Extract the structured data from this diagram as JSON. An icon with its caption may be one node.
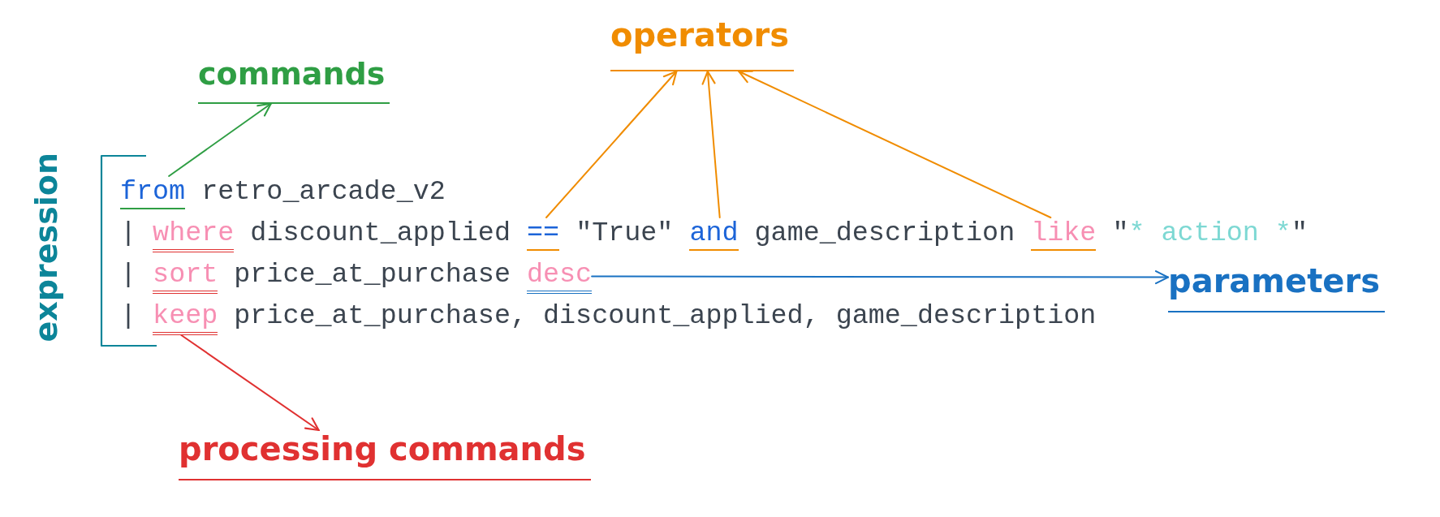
{
  "diagram": {
    "nodes": [
      {
        "text": [
          "operators"
        ]
      },
      {
        "text": [
          "commands"
        ]
      },
      {
        "text": [
          "from"
        ]
      },
      {
        "text": [
          "=="
        ]
      },
      {
        "text": [
          "and"
        ]
      },
      {
        "text": [
          "like"
        ]
      },
      {
        "text": [
          "desc"
        ]
      },
      {
        "text": [
          "parameters"
        ]
      },
      {
        "text": [
          "keep"
        ]
      },
      {
        "text": [
          "processing commands"
        ]
      }
    ],
    "edges": [
      {
        "from": 2,
        "to": 1,
        "arrow": "to",
        "color": "#2f9e44"
      },
      {
        "from": 3,
        "to": 0,
        "arrow": "to",
        "color": "#f08c00"
      },
      {
        "from": 4,
        "to": 0,
        "arrow": "to",
        "color": "#f08c00"
      },
      {
        "from": 5,
        "to": 0,
        "arrow": "to",
        "color": "#f08c00"
      },
      {
        "from": 6,
        "to": 7,
        "arrow": "to",
        "color": "#1971c2"
      },
      {
        "from": 8,
        "to": 9,
        "arrow": "to",
        "color": "#e03131"
      }
    ],
    "labels": [
      "expression",
      "retro_arcade_v2",
      "|",
      "where",
      "discount_applied",
      "\"True\"",
      "game_description",
      "\"",
      "* action *",
      "\"",
      "|",
      "sort",
      "price_at_purchase",
      "|",
      "price_at_purchase, discount_applied, game_description"
    ]
  }
}
